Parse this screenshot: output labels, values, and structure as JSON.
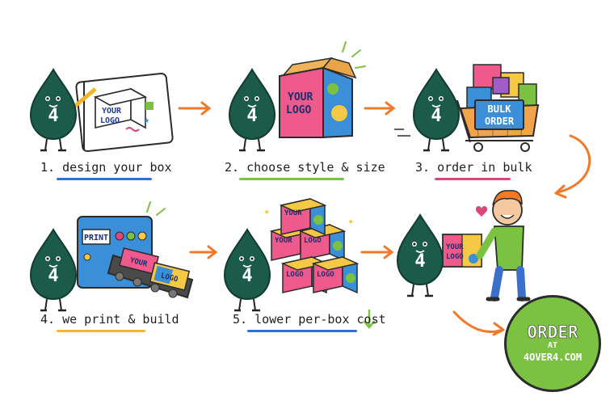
{
  "steps": [
    {
      "label": "1. design your box"
    },
    {
      "label": "2. choose style & size"
    },
    {
      "label": "3. order in bulk"
    },
    {
      "label": "4. we print & build"
    },
    {
      "label": "5. lower per-box cost"
    }
  ],
  "mascot": {
    "number": "4"
  },
  "box_text": {
    "your": "YOUR",
    "logo": "LOGO"
  },
  "bulk_sign": {
    "line1": "BULK",
    "line2": "ORDER"
  },
  "machine_label": "PRINT",
  "cta": {
    "line1": "ORDER",
    "line2": "AT",
    "line3": "4OVER4.COM"
  },
  "colors": {
    "mascot": "#1c5a4a",
    "arrow": "#f07a2a",
    "cta_green": "#7cc242",
    "underline_blue": "#2f6fd6",
    "underline_pink": "#e0457a",
    "underline_yellow": "#f2b52c",
    "box_pink": "#ef5a8c",
    "box_blue": "#3a8fd8"
  }
}
